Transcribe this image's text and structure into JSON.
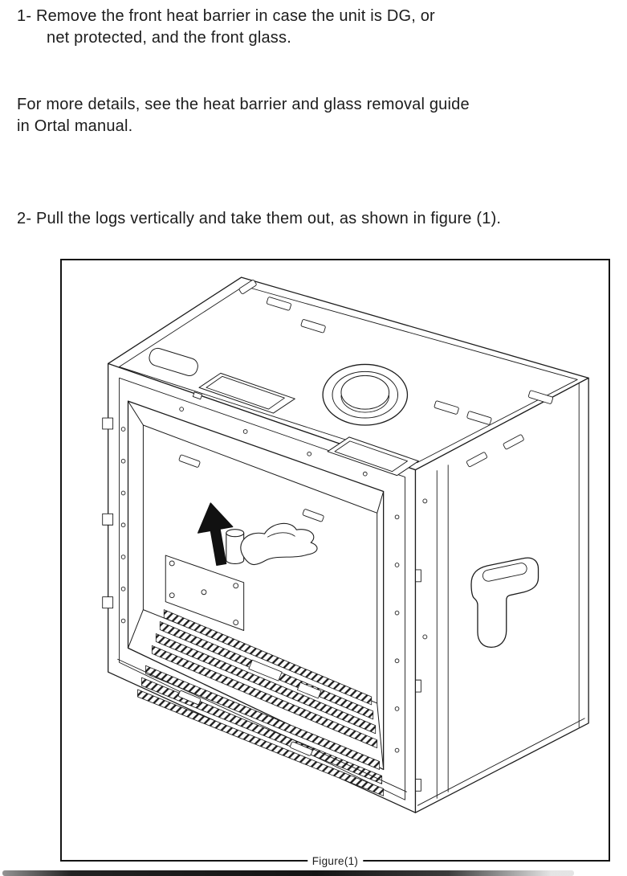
{
  "page": {
    "background": "#ffffff",
    "ink": "#1c1c1c"
  },
  "instructions": {
    "step1_line1": "1- Remove the front heat barrier in case the unit is DG, or",
    "step1_line2": "net protected, and the front glass.",
    "note_line1": "For more details, see the heat barrier and glass removal guide",
    "note_line2": "in Ortal manual.",
    "step2": "2- Pull the logs vertically and take them out, as shown in figure (1)."
  },
  "figure": {
    "caption": "Figure(1)",
    "icons": {
      "arrow": "pull-up-arrow-icon",
      "drawing": "fireplace-unit-isometric-drawing"
    }
  }
}
